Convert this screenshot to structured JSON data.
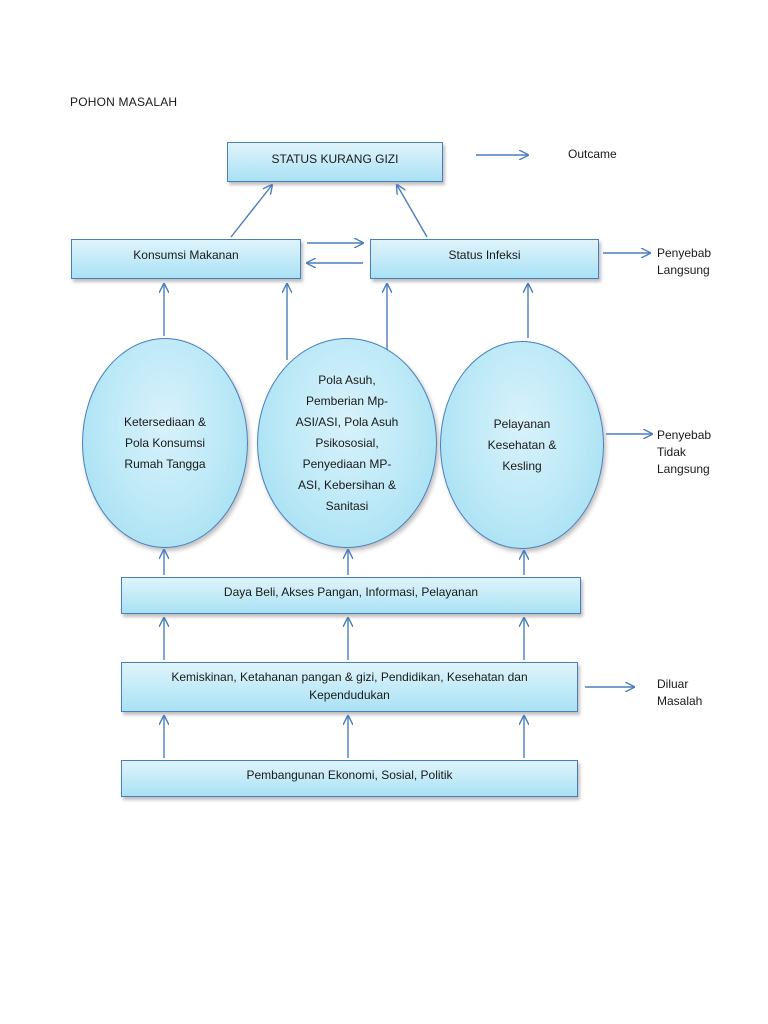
{
  "title": "POHON MASALAH",
  "boxes": {
    "status_gizi": "STATUS KURANG GIZI",
    "konsumsi": "Konsumsi Makanan",
    "infeksi": "Status Infeksi",
    "daya_beli": "Daya Beli, Akses Pangan, Informasi, Pelayanan",
    "kemiskinan_1": "Kemiskinan, Ketahanan pangan & gizi, Pendidikan, Kesehatan dan",
    "kemiskinan_2": "Kependudukan",
    "pembangunan": "Pembangunan Ekonomi, Sosial, Politik"
  },
  "ellipses": {
    "ketersediaan": [
      "Ketersediaan &",
      "Pola Konsumsi",
      "Rumah Tangga"
    ],
    "pola_asuh": [
      "Pola Asuh,",
      "Pemberian Mp-",
      "ASI/ASI, Pola Asuh",
      "Psikososial,",
      "Penyediaan MP-",
      "ASI, Kebersihan &",
      "Sanitasi"
    ],
    "pelayanan": [
      "Pelayanan",
      "Kesehatan &",
      "Kesling"
    ]
  },
  "labels": {
    "outcome": "Outcame",
    "langsung": [
      "Penyebab",
      "Langsung"
    ],
    "tidak_langsung": [
      "Penyebab",
      "Tidak",
      "Langsung"
    ],
    "diluar": [
      "Diluar",
      "Masalah"
    ]
  },
  "colors": {
    "border": "#4a7ebb",
    "arrow": "#4a7ebb",
    "fill": "#bde9f7"
  }
}
